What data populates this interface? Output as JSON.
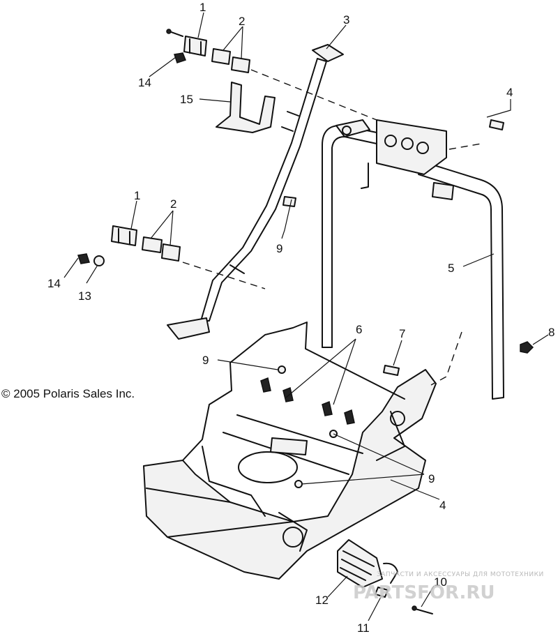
{
  "copyright": "© 2005 Polaris Sales Inc.",
  "watermark": {
    "tagline": "ЗАПЧАСТИ И АКСЕССУАРЫ ДЛЯ МОТОТЕХНИКИ",
    "logo": "PARTSFOR.RU"
  },
  "callouts": {
    "c1_top": "1",
    "c2_top": "2",
    "c3": "3",
    "c4_top": "4",
    "c14_top": "14",
    "c15": "15",
    "c9_mid": "9",
    "c1_mid": "1",
    "c2_mid": "2",
    "c14_mid": "14",
    "c13": "13",
    "c5": "5",
    "c6": "6",
    "c7": "7",
    "c8": "8",
    "c9_left": "9",
    "c9_right": "9",
    "c4_bottom": "4",
    "c10": "10",
    "c11": "11",
    "c12": "12"
  }
}
